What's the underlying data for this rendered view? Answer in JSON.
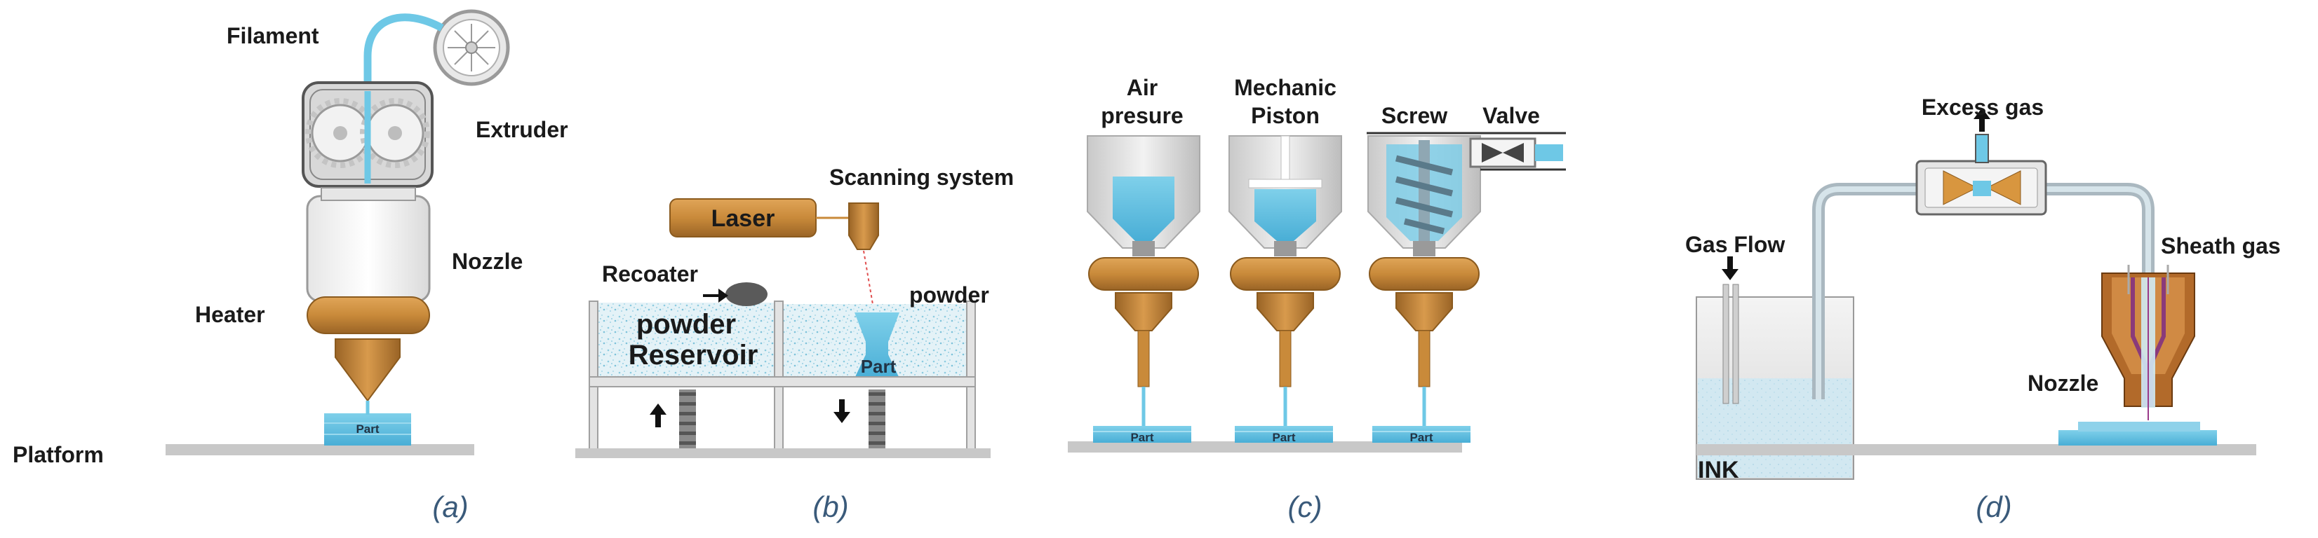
{
  "colors": {
    "blue": "#5bbfe0",
    "blue_dark": "#3aa0c8",
    "bronze": "#c98a3a",
    "bronze_dark": "#8a5a1e",
    "grey_body": "#dedede",
    "grey_dark": "#8c8c8c",
    "platform": "#c8c8c8",
    "powder": "#cfe6ef",
    "caption": "#3a5a7a"
  },
  "panel_a": {
    "filament": "Filament",
    "extruder": "Extruder",
    "nozzle": "Nozzle",
    "heater": "Heater",
    "part": "Part",
    "platform": "Platform",
    "caption": "(a)"
  },
  "panel_b": {
    "scanning_system": "Scanning system",
    "laser": "Laser",
    "recoater": "Recoater",
    "powder_right": "powder",
    "powder_reservoir_line1": "powder",
    "powder_reservoir_line2": "Reservoir",
    "part": "Part",
    "caption": "(b)"
  },
  "panel_c": {
    "air_line1": "Air",
    "air_line2": "presure",
    "mech_line1": "Mechanic",
    "mech_line2": "Piston",
    "screw": "Screw",
    "valve": "Valve",
    "part": "Part",
    "caption": "(c)"
  },
  "panel_d": {
    "excess_gas": "Excess gas",
    "gas_flow": "Gas Flow",
    "sheath_gas": "Sheath gas",
    "nozzle": "Nozzle",
    "ink": "INK",
    "caption": "(d)"
  }
}
